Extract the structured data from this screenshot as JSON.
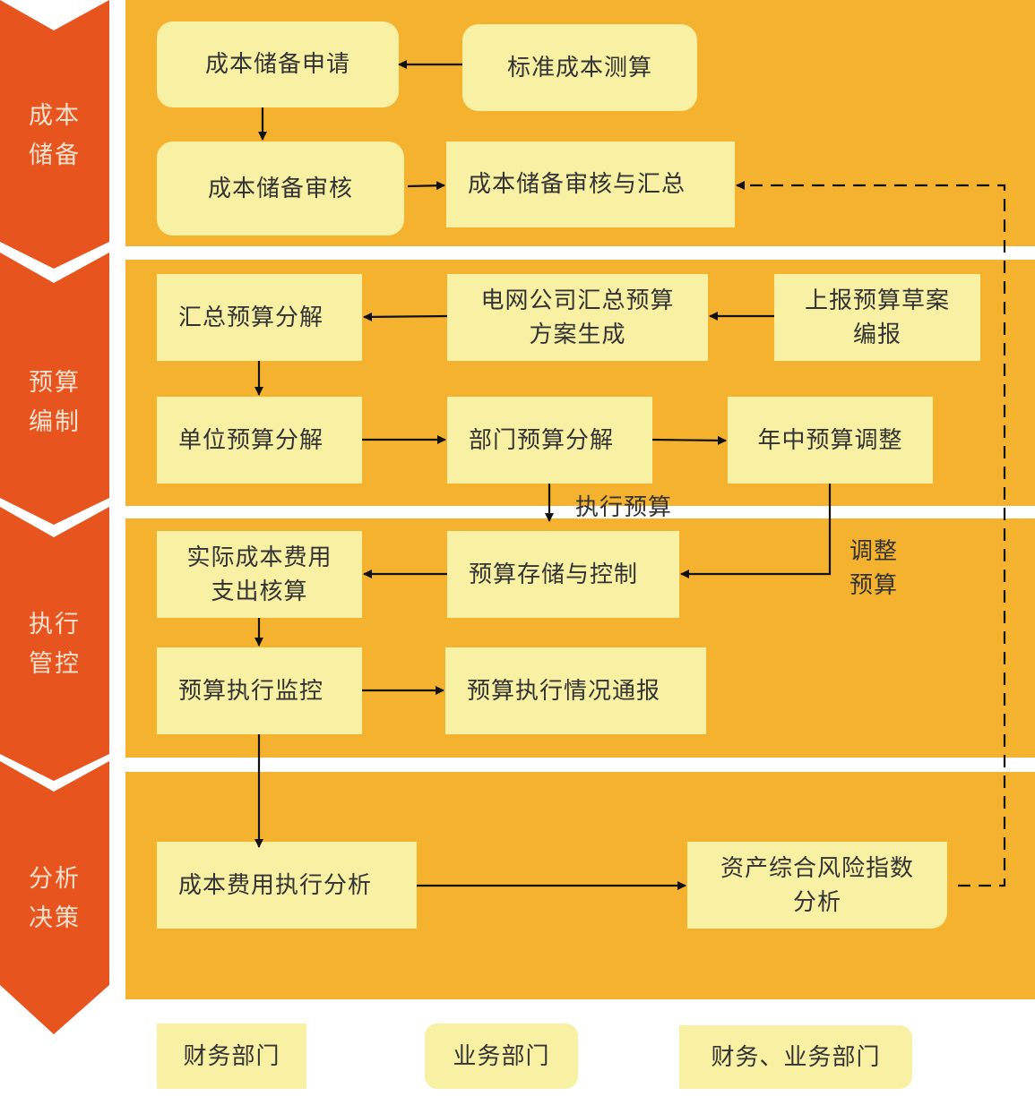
{
  "stages": [
    {
      "label": "成本\n储备"
    },
    {
      "label": "预算\n编制"
    },
    {
      "label": "执行\n管控"
    },
    {
      "label": "分析\n决策"
    }
  ],
  "boxes": {
    "cost_reserve_apply": "成本储备申请",
    "standard_cost_calc": "标准成本测算",
    "cost_reserve_review": "成本储备审核",
    "cost_reserve_review_summary": "成本储备审核与汇总",
    "summary_budget_decompose": "汇总预算分解",
    "grid_company_summary_budget": "电网公司汇总预算\n方案生成",
    "report_budget_draft": "上报预算草案\n编报",
    "unit_budget_decompose": "单位预算分解",
    "dept_budget_decompose": "部门预算分解",
    "midyear_budget_adjust": "年中预算调整",
    "actual_cost_accounting": "实际成本费用\n支出核算",
    "budget_storage_control": "预算存储与控制",
    "budget_execution_monitor": "预算执行监控",
    "budget_execution_report": "预算执行情况通报",
    "cost_expense_analysis": "成本费用执行分析",
    "asset_risk_index_analysis": "资产综合风险指数\n分析"
  },
  "annotations": {
    "execute_budget": "执行预算",
    "adjust_budget": "调整\n预算"
  },
  "legend": {
    "finance_dept": "财务部门",
    "business_dept": "业务部门",
    "finance_business_dept": "财务、业务部门"
  },
  "colors": {
    "chevron": "#e8541e",
    "band": "#f5b22e",
    "box": "#f8f0a2",
    "text": "#333333",
    "stage_text": "#f7e2d0"
  }
}
